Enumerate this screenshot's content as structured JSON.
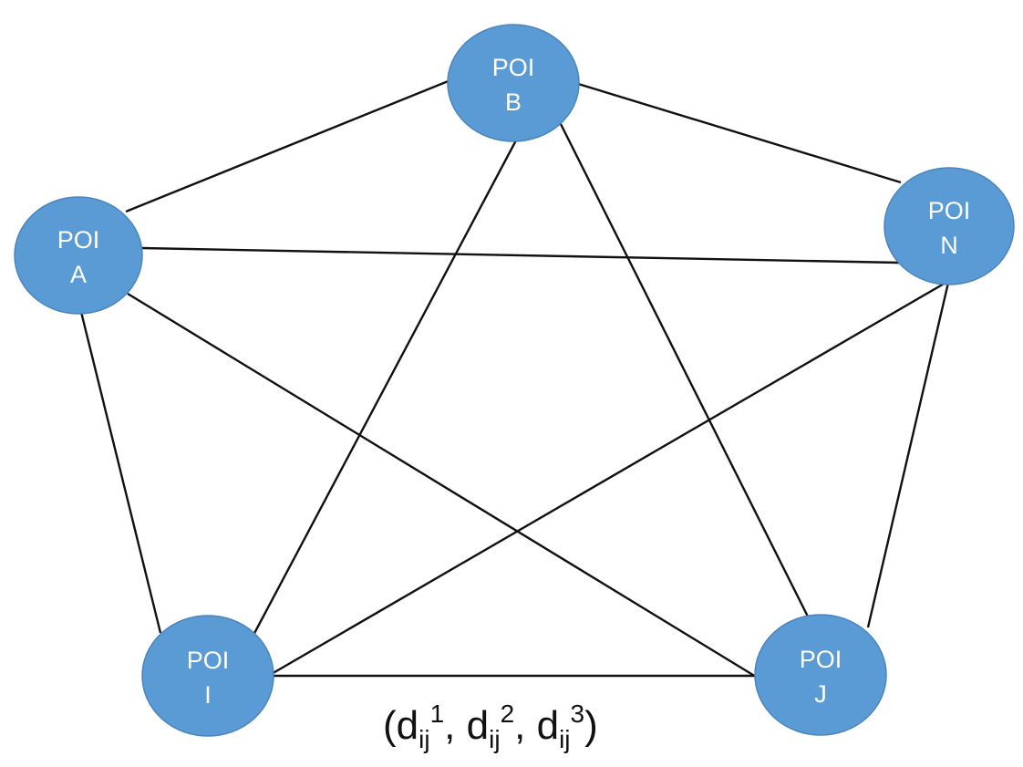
{
  "colors": {
    "node_fill": "#5b9bd5",
    "node_text": "#ffffff",
    "edge": "#111111"
  },
  "nodes": [
    {
      "id": "A",
      "line1": "POI",
      "line2": "A"
    },
    {
      "id": "B",
      "line1": "POI",
      "line2": "B"
    },
    {
      "id": "N",
      "line1": "POI",
      "line2": "N"
    },
    {
      "id": "I",
      "line1": "POI",
      "line2": "I"
    },
    {
      "id": "J",
      "line1": "POI",
      "line2": "J"
    }
  ],
  "edges": [
    [
      "A",
      "B"
    ],
    [
      "B",
      "N"
    ],
    [
      "A",
      "N"
    ],
    [
      "A",
      "I"
    ],
    [
      "A",
      "J"
    ],
    [
      "B",
      "I"
    ],
    [
      "B",
      "J"
    ],
    [
      "N",
      "I"
    ],
    [
      "N",
      "J"
    ],
    [
      "I",
      "J"
    ]
  ],
  "edge_label": {
    "edge": [
      "I",
      "J"
    ],
    "open": "(",
    "symbol": "d",
    "subscript": "ij",
    "superscripts": [
      "1",
      "2",
      "3"
    ],
    "separator": ", ",
    "close": ")"
  }
}
